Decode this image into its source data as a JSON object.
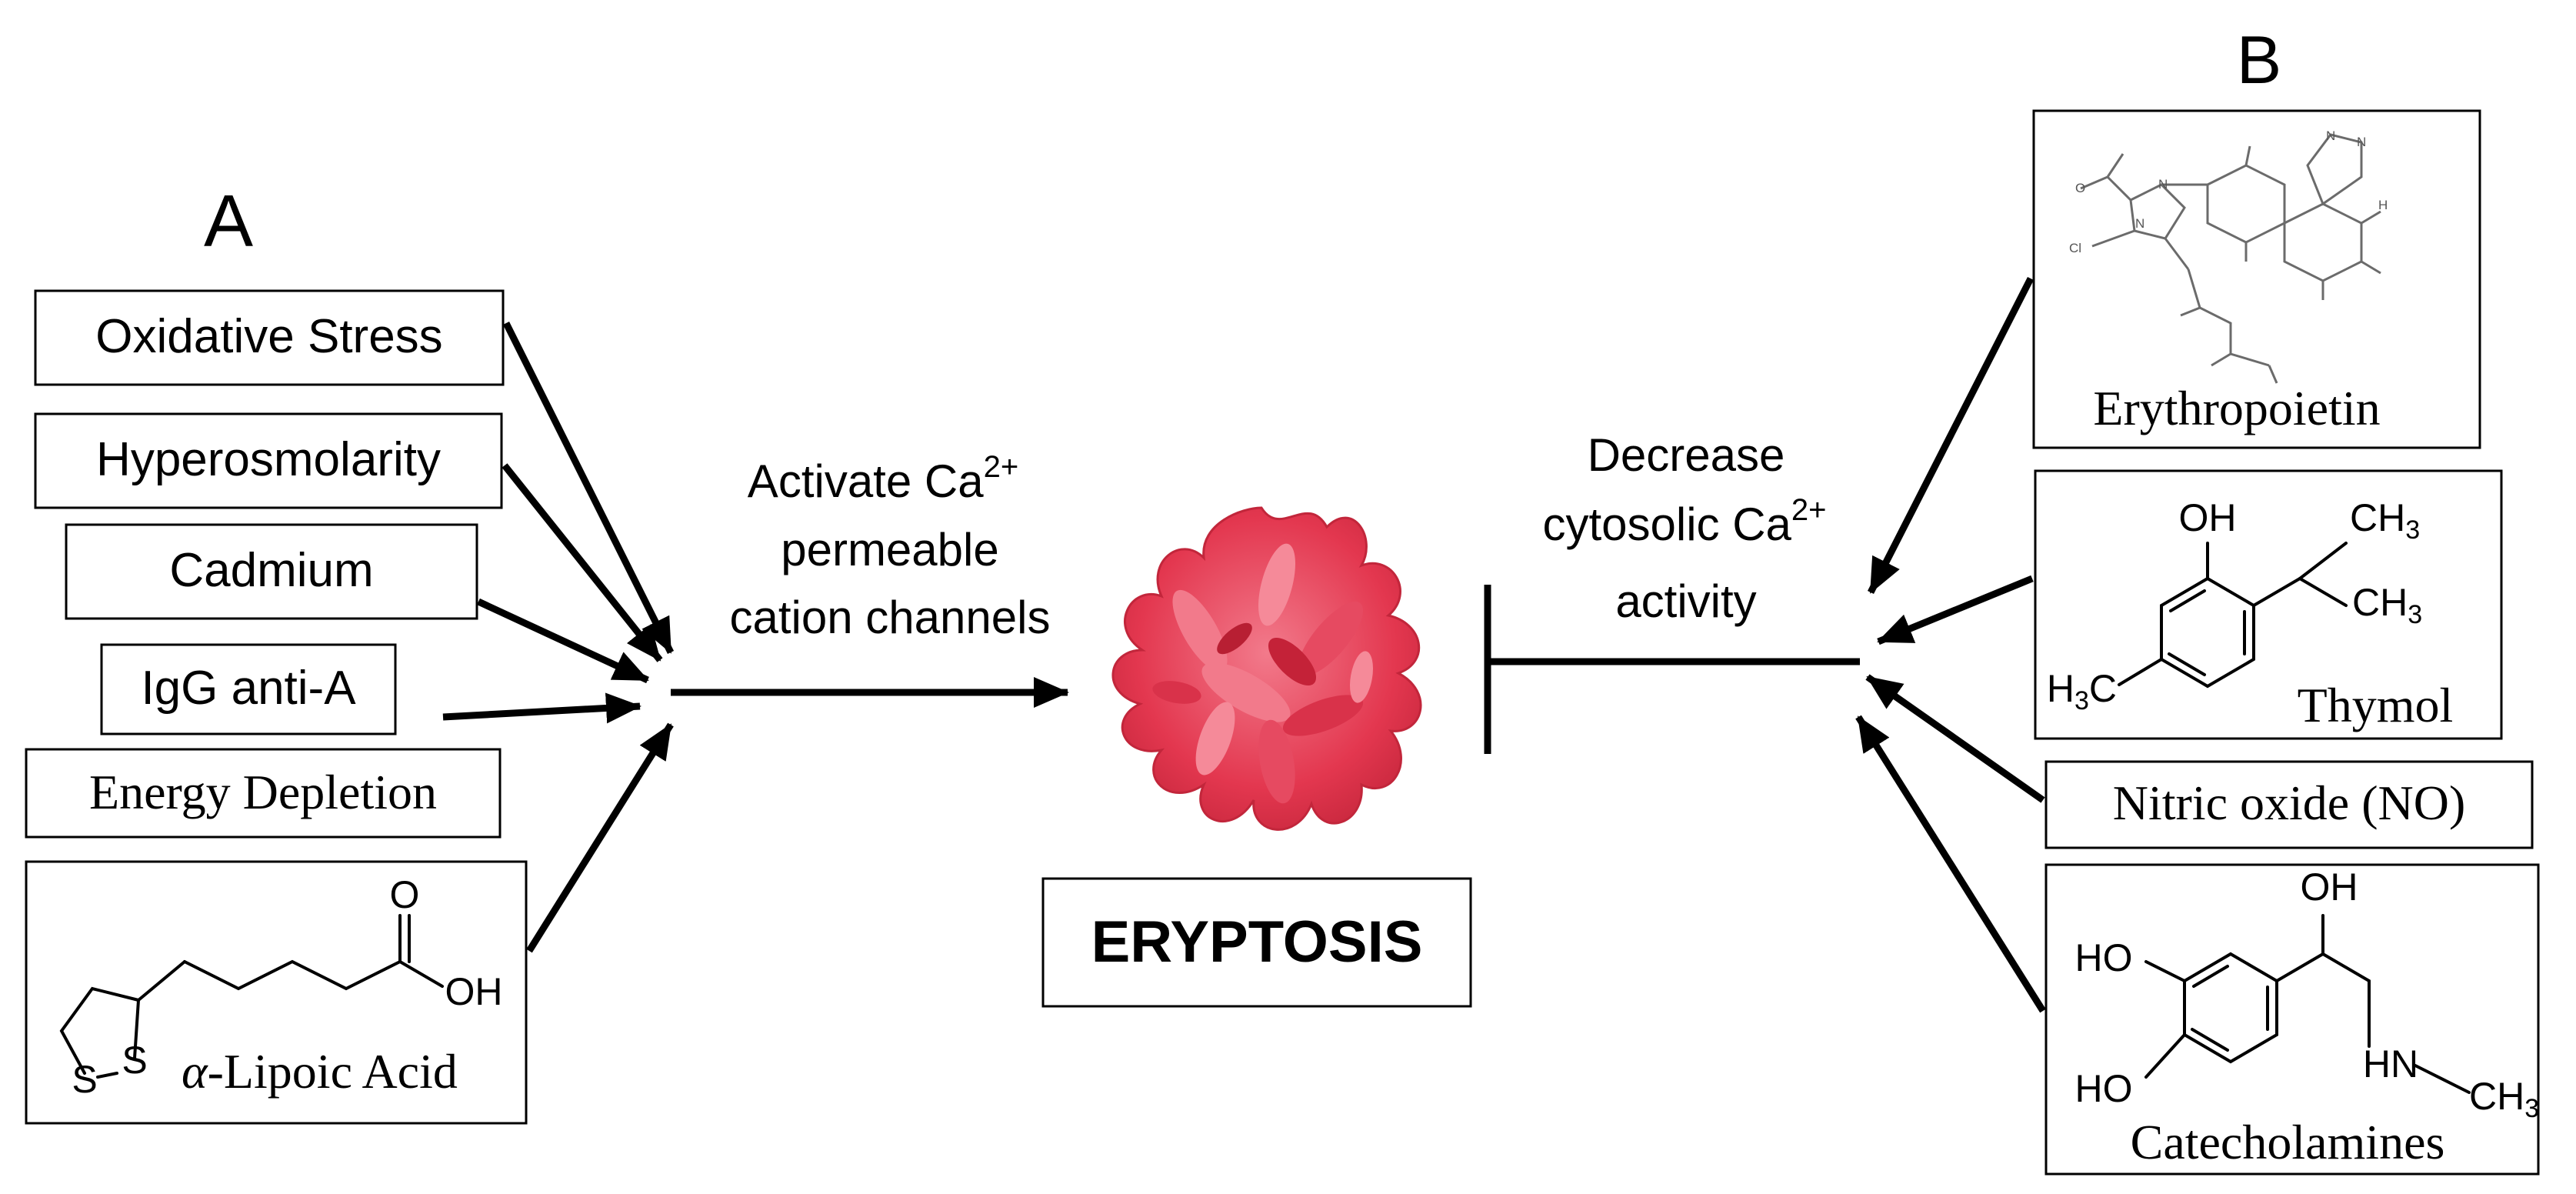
{
  "panels": {
    "a_label": "A",
    "b_label": "B"
  },
  "inducers": {
    "oxidative_stress": "Oxidative Stress",
    "hyperosmolarity": "Hyperosmolarity",
    "cadmium": "Cadmium",
    "igg_anti_a": "IgG anti-A",
    "energy_depletion": "Energy Depletion",
    "lipoic_prefix": "α",
    "lipoic_name": "-Lipoic Acid"
  },
  "mechanism_activate": {
    "line1": "Activate Ca",
    "line1_sup": "2+",
    "line2": "permeable",
    "line3": "cation channels"
  },
  "mechanism_decrease": {
    "line1": "Decrease",
    "line2": "cytosolic Ca",
    "line2_sup": "2+",
    "line3": "activity"
  },
  "center": {
    "title": "ERYPTOSIS"
  },
  "inhibitors": {
    "erythropoietin": "Erythropoietin",
    "thymol": "Thymol",
    "nitric_oxide": "Nitric oxide (NO)",
    "catecholamines": "Catecholamines"
  },
  "atoms": {
    "lipoic": {
      "o": "O",
      "oh": "OH",
      "s1": "S",
      "s2": "S"
    },
    "thymol": {
      "oh": "OH",
      "ch3_top": "CH3",
      "ch3_right": "CH3",
      "h3c": "H3C"
    },
    "catechol": {
      "oh_top": "OH",
      "ho_top": "HO",
      "ho_bottom": "HO",
      "hn": "HN",
      "ch3": "CH3"
    },
    "epo": {
      "o": "O",
      "cl": "Cl",
      "n1": "N",
      "n2": "N",
      "n3": "N",
      "n4": "N",
      "h": "H"
    }
  },
  "colors": {
    "cell": "#e3374f",
    "cell_light": "#f06a7d",
    "cell_dark": "#b81f33",
    "line": "#000000"
  }
}
